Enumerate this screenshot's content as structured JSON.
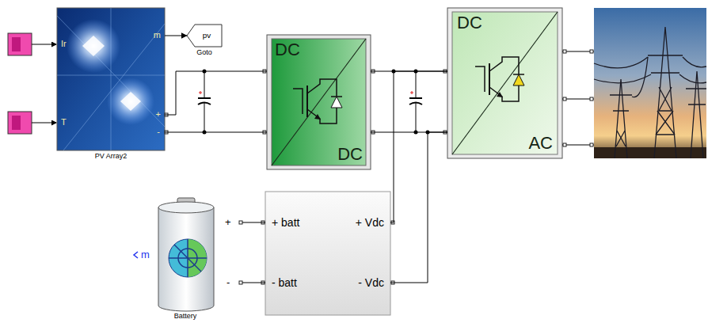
{
  "diagram": {
    "nodes": [
      {
        "text": [
          "Ir",
          "T",
          "m",
          "+",
          "-",
          "PV Array2"
        ]
      },
      {
        "text": [
          "pv",
          "Goto"
        ]
      },
      {
        "text": [
          "DC",
          "DC"
        ]
      },
      {
        "text": [
          "DC",
          "AC"
        ]
      },
      {
        "text": [
          "m",
          "+",
          "-",
          "Battery"
        ]
      },
      {
        "text": [
          "+ batt",
          "- batt",
          "+ Vdc",
          "- Vdc"
        ]
      }
    ],
    "edges": [
      {
        "from": 0,
        "to": 1,
        "arrow": "to"
      },
      {
        "from": 0,
        "to": 2,
        "arrow": "none"
      },
      {
        "from": 0,
        "to": 2,
        "arrow": "none"
      },
      {
        "from": 2,
        "to": 3,
        "arrow": "none"
      },
      {
        "from": 2,
        "to": 3,
        "arrow": "none"
      },
      {
        "from": 4,
        "to": 5,
        "arrow": "none"
      },
      {
        "from": 4,
        "to": 5,
        "arrow": "none"
      },
      {
        "from": 5,
        "to": 3,
        "arrow": "none"
      },
      {
        "from": 5,
        "to": 3,
        "arrow": "none"
      }
    ]
  }
}
